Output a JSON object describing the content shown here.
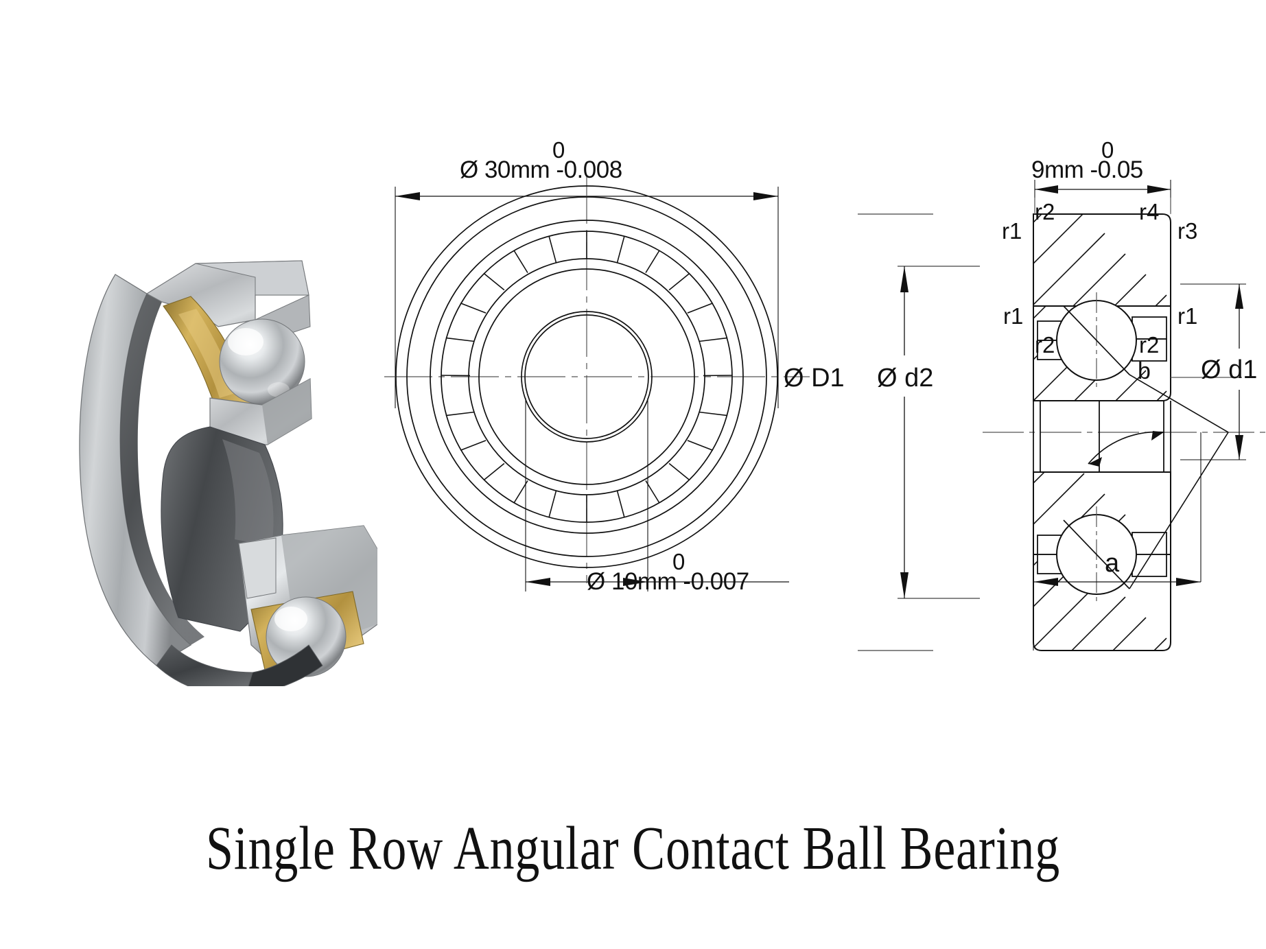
{
  "title": "Single Row Angular Contact Ball Bearing",
  "background_color": "#ffffff",
  "line_color": "#111111",
  "views": {
    "render": {
      "name": "3D cutaway render",
      "materials": {
        "ring_steel": "#b9bcbe",
        "ring_steel_dark": "#53565a",
        "cage_brass": "#c8a84b",
        "ball_chrome": "#d6d9dc"
      }
    },
    "front": {
      "name": "Front circular view",
      "dimensions": {
        "outer": {
          "symbol": "Ø",
          "value": "30mm",
          "tolerance_upper": "0",
          "tolerance_lower": "-0.008",
          "full_label": "Ø 30mm -0.008"
        },
        "bore": {
          "symbol": "Ø",
          "value": "10mm",
          "tolerance_upper": "0",
          "tolerance_lower": "-0.007",
          "full_label": "Ø 10mm -0.007"
        }
      }
    },
    "section": {
      "name": "Cross-section view",
      "width_dimension": {
        "value": "9mm",
        "tolerance_upper": "0",
        "tolerance_lower": "-0.05",
        "full_label": "9mm -0.05"
      },
      "radii_labels": {
        "top_left_outer": "r1",
        "top_left_inner": "r2",
        "top_right_inner": "r4",
        "top_right_outer": "r3",
        "mid_left_outer": "r1",
        "mid_left_inner": "r2",
        "mid_right_inner": "r2",
        "mid_right_outer": "r1"
      },
      "diameter_labels": {
        "outer_race": "Ø D1",
        "inner_race": "Ø d2",
        "ball_pitch": "Ø d1"
      },
      "contact_angle_label": "b",
      "axial_offset_label": "a"
    }
  }
}
